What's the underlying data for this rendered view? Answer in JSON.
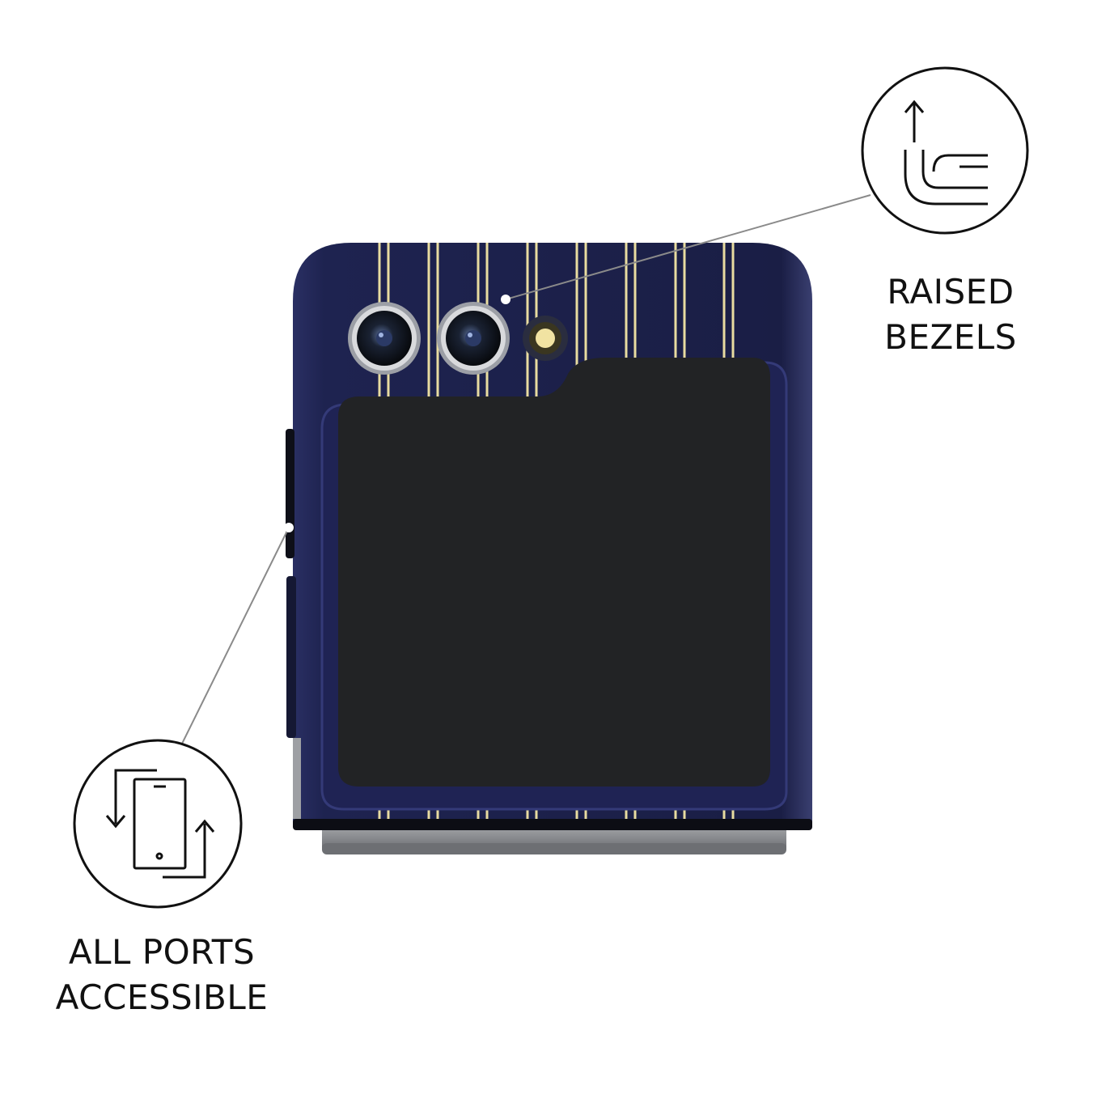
{
  "product": {
    "case_color": "#1c2047",
    "stripe_color": "#e8dca0",
    "screen_color": "#222325",
    "hinge_color": "#8d8f93"
  },
  "features": [
    {
      "icon": "raised-bezel-icon",
      "line1": "RAISED",
      "line2": "BEZELS"
    },
    {
      "icon": "phone-rotate-icon",
      "line1": "ALL PORTS",
      "line2": "ACCESSIBLE"
    }
  ]
}
